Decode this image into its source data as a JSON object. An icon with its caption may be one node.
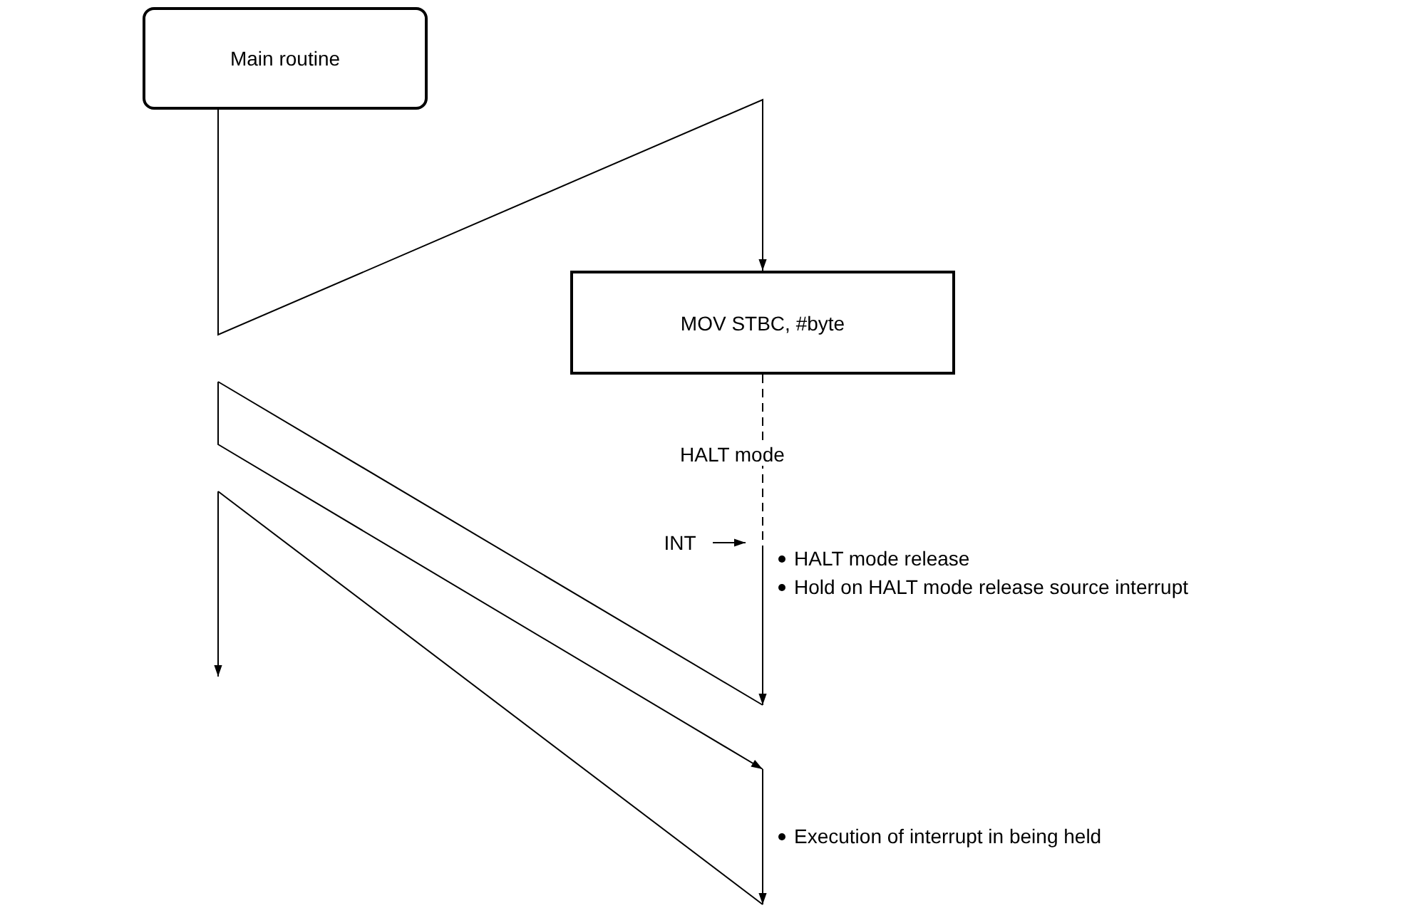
{
  "diagram": {
    "nodes": [
      {
        "text": [
          "Main routine"
        ]
      },
      {
        "text": [
          "MOV STBC, #byte"
        ]
      },
      {
        "text": [
          "INT"
        ]
      }
    ],
    "edges": [
      {
        "from": 0,
        "to": 1,
        "arrow": "to"
      },
      {
        "from": 1,
        "to": null,
        "arrow": "none",
        "style": "dashed"
      },
      {
        "from": 2,
        "to": null,
        "arrow": "to"
      }
    ],
    "labels": [
      "HALT mode",
      "HALT mode release",
      "Hold on HALT mode release source interrupt",
      "Execution of interrupt in being held"
    ]
  }
}
